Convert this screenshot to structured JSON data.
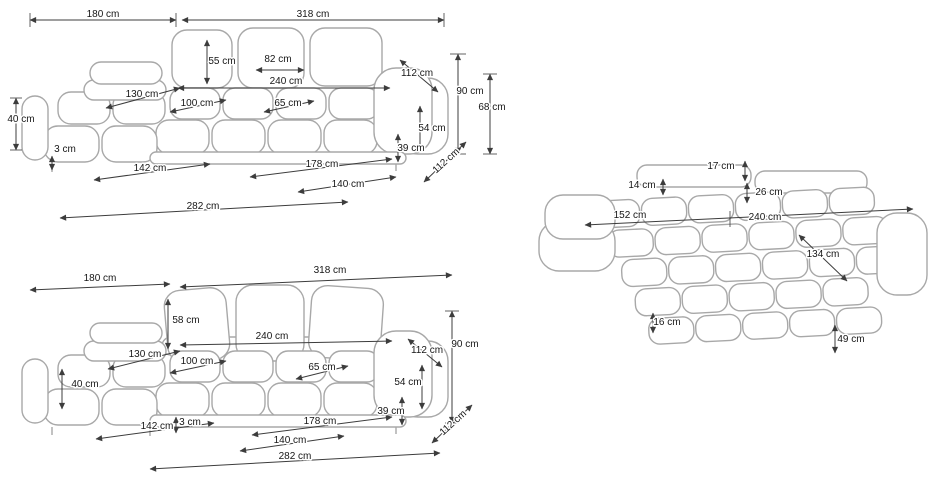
{
  "page": {
    "background": "#ffffff",
    "dimension_line_color": "#3c3c3c",
    "sofa_line_color": "#a8a8a8"
  },
  "diagram_top": {
    "name": "corner-sofa-dimensions-plain",
    "dims": {
      "chaise_span": "180 cm",
      "body_span": "318 cm",
      "back_cushion": "55 cm",
      "backrest_depth": "82 cm",
      "inner_width": "240 cm",
      "arm_depth": "112 cm",
      "total_height": "90 cm",
      "back_height": "68 cm",
      "chaise_length": "130 cm",
      "module_width": "100 cm",
      "small_module": "65 cm",
      "chaise_height": "40 cm",
      "arm_height": "54 cm",
      "seat_height": "39 cm",
      "leg_height": "3 cm",
      "chaise_width": "142 cm",
      "seat_front_width": "178 cm",
      "side_depth": "112 cm",
      "front_width": "140 cm",
      "total_width": "282 cm"
    }
  },
  "diagram_bottom": {
    "name": "corner-sofa-dimensions-with-pillows",
    "dims": {
      "chaise_span": "180 cm",
      "body_span": "318 cm",
      "pillow_height": "58 cm",
      "inner_width": "240 cm",
      "arm_depth": "112 cm",
      "total_height": "90 cm",
      "chaise_length": "130 cm",
      "module_width": "100 cm",
      "small_module": "65 cm",
      "chaise_height": "40 cm",
      "arm_height": "54 cm",
      "seat_height": "39 cm",
      "leg_height": "3 cm",
      "chaise_width": "142 cm",
      "seat_front_width": "178 cm",
      "side_depth": "112 cm",
      "front_width": "140 cm",
      "total_width": "282 cm"
    }
  },
  "diagram_bed": {
    "name": "sofa-bed-configuration",
    "dims": {
      "headrest_thickness": "17 cm",
      "back_edge": "14 cm",
      "headrest_drop": "26 cm",
      "bed_left_section": "152 cm",
      "bed_length": "240 cm",
      "bed_depth": "134 cm",
      "front_edge": "16 cm",
      "bed_height": "49 cm"
    }
  }
}
